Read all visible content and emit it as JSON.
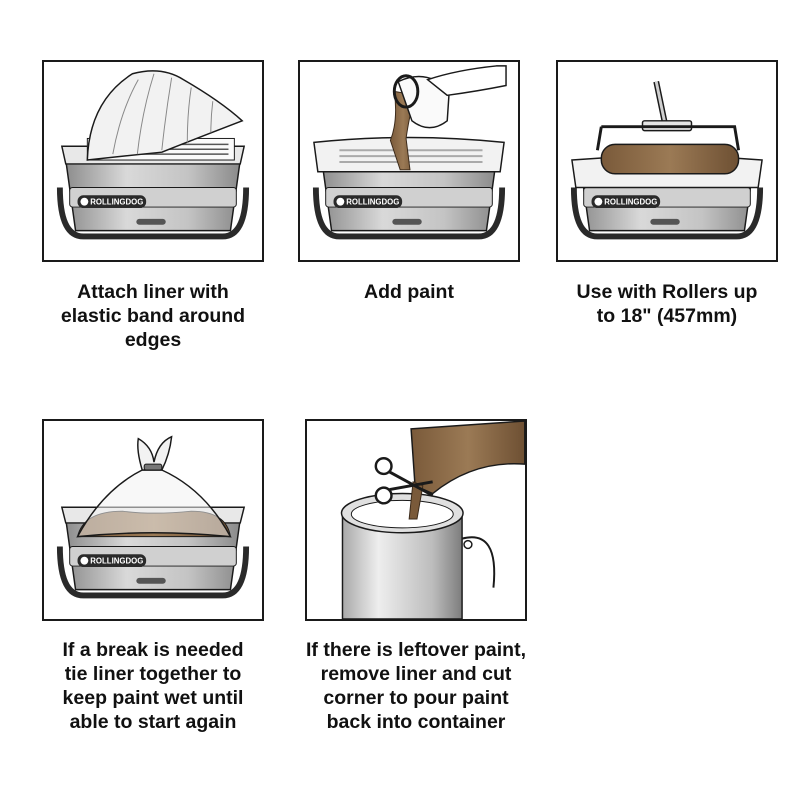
{
  "colors": {
    "outline": "#1a1a1a",
    "bucket_grey": "#b9b9b9",
    "liner_white": "#f2f2f2",
    "paint_brown": "#8b6a47",
    "handle_black": "#2a2a2a"
  },
  "brand": {
    "logo_text": "ROLLINGDOG"
  },
  "steps": [
    {
      "caption": "Attach liner with\nelastic band around\nedges",
      "illustration_icon": "liner-attach-icon"
    },
    {
      "caption": "Add paint",
      "illustration_icon": "pour-paint-icon"
    },
    {
      "caption": "Use with Rollers up\nto 18\" (457mm)",
      "illustration_icon": "roller-icon"
    },
    {
      "caption": "If a break is needed\ntie liner together to\nkeep paint wet until\nable to start again",
      "illustration_icon": "tied-liner-icon"
    },
    {
      "caption": "If there is leftover paint,\nremove liner and cut\ncorner to pour paint\nback into container",
      "illustration_icon": "cut-pour-icon"
    }
  ]
}
